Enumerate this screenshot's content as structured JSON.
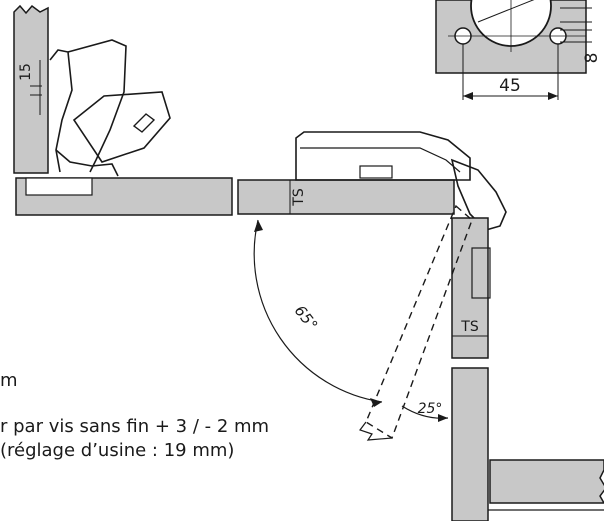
{
  "drawing": {
    "colors": {
      "panel_fill": "#c8c8c8",
      "line": "#1a1a1a",
      "paper": "#ffffff"
    },
    "dims": {
      "plate_height": "15",
      "panel_thickness_top": "TS",
      "panel_thickness_side": "TS",
      "boring_distance": "45",
      "hole_edge": "8",
      "opening_angle": "65°",
      "end_angle": "25°"
    }
  },
  "notes": {
    "line1": "m",
    "line2": "r par vis sans fin + 3 / - 2 mm",
    "line3": "(réglage d’usine : 19 mm)"
  }
}
